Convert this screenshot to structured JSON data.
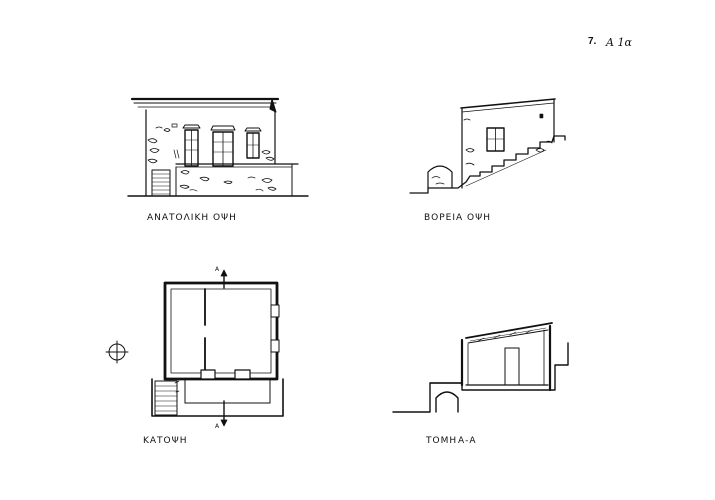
{
  "sheet": {
    "number": "7.",
    "code": "A 1α"
  },
  "drawings": {
    "east_elevation": {
      "label": "ΑΝΑΤΟΛΙΚΗ ΟΨΗ"
    },
    "north_elevation": {
      "label": "ΒΟΡΕΙΑ ΟΨΗ"
    },
    "plan": {
      "label": "ΚΑΤΟΨΗ",
      "section_mark": "Α"
    },
    "section": {
      "label": "ΤΟΜΗ",
      "section_id": "Α-Α"
    }
  },
  "colors": {
    "ink": "#111111",
    "paper": "#ffffff"
  }
}
